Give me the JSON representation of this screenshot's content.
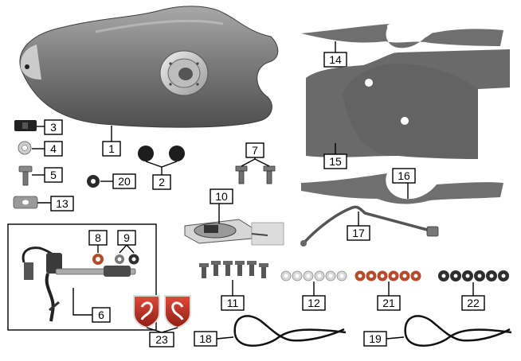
{
  "callouts": {
    "c1": "1",
    "c2": "2",
    "c3": "3",
    "c4": "4",
    "c5": "5",
    "c6": "6",
    "c7": "7",
    "c8": "8",
    "c9": "9",
    "c10": "10",
    "c11": "11",
    "c12": "12",
    "c13": "13",
    "c14": "14",
    "c15": "15",
    "c16": "16",
    "c17": "17",
    "c18": "18",
    "c19": "19",
    "c20": "20",
    "c21": "21",
    "c22": "22",
    "c23": "23"
  },
  "colors": {
    "tank": "#7b7b7b",
    "panel": "#6f6f6f",
    "copper": "#b84a2c",
    "washer_silver": "#cfcfcf",
    "washer_black": "#2e2e2e",
    "badge_red": "#c0392b"
  }
}
